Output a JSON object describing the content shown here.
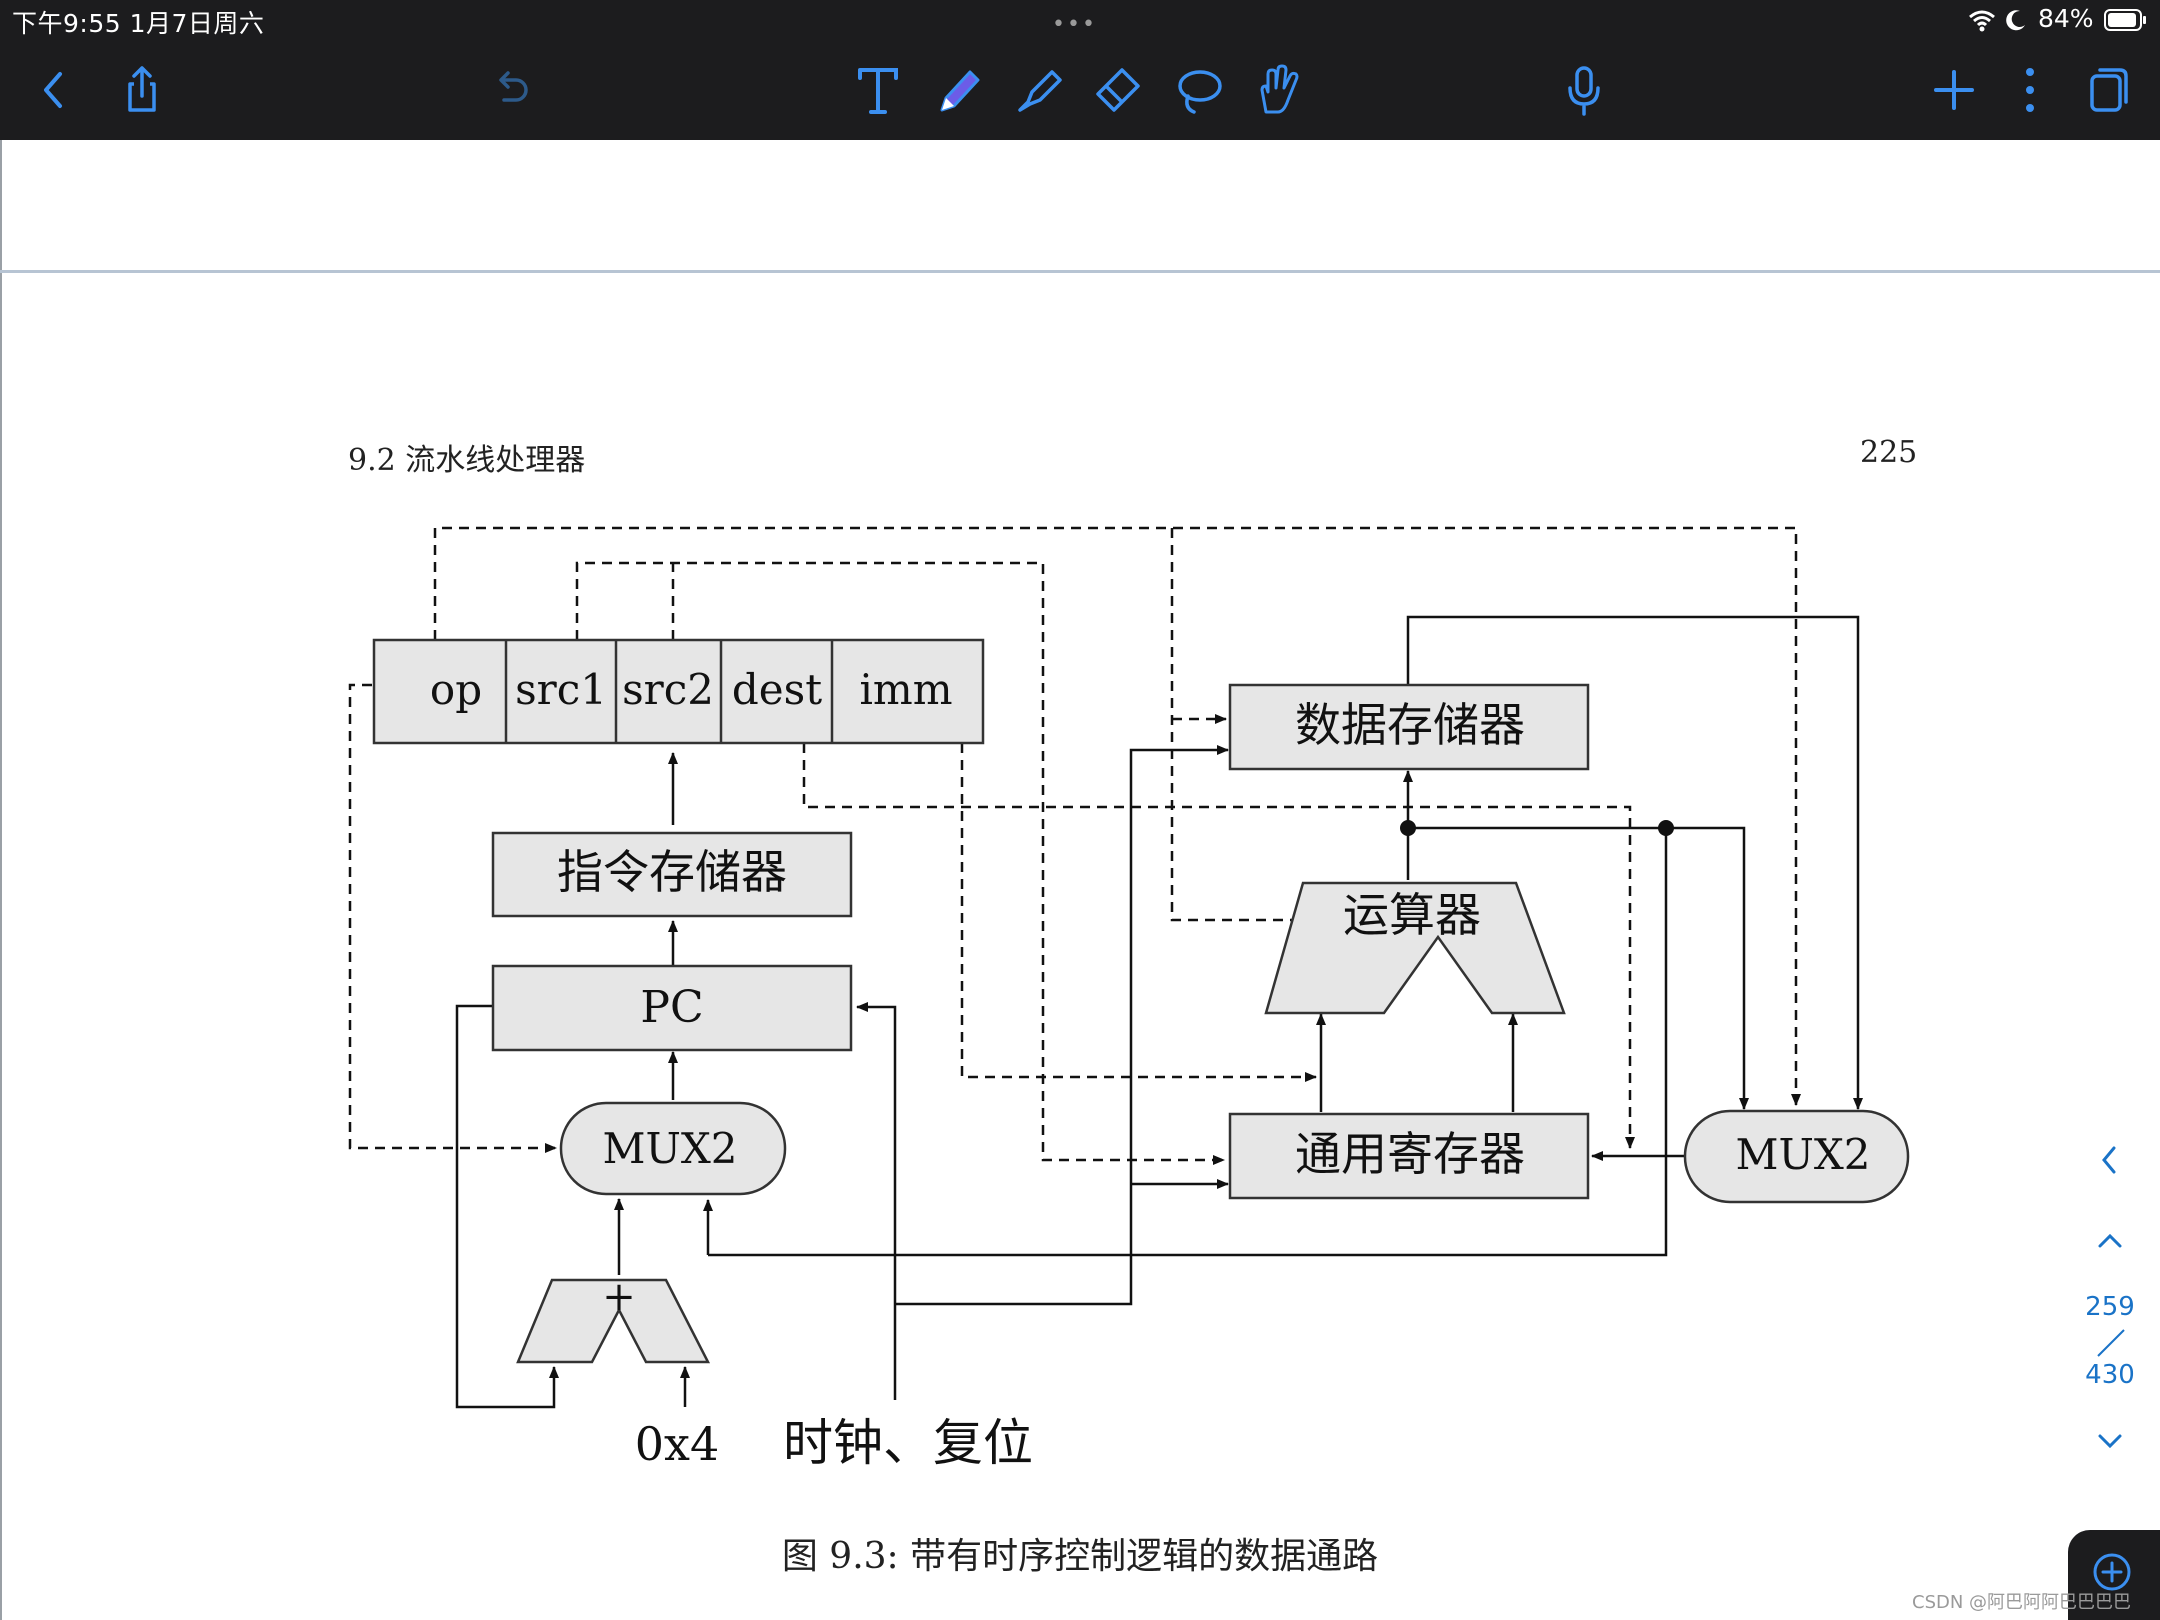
{
  "status_bar": {
    "time": "下午9:55   1月7日周六",
    "dots": "•••",
    "battery": "84%"
  },
  "toolbar": {
    "icons": [
      "back-icon",
      "share-icon",
      "undo-icon",
      "text-tool-icon",
      "pen-icon",
      "highlighter-icon",
      "eraser-icon",
      "lasso-icon",
      "hand-icon",
      "microphone-icon",
      "add-icon",
      "more-icon",
      "pages-icon"
    ]
  },
  "page": {
    "section": "9.2   流水线处理器",
    "page_number": "225",
    "caption": "图 9.3: 带有时序控制逻辑的数据通路"
  },
  "diagram": {
    "fields": [
      "op",
      "src1",
      "src2",
      "dest",
      "imm"
    ],
    "instr_mem": "指令存储器",
    "pc": "PC",
    "mux_left": "MUX2",
    "adder": "+",
    "const": "0x4",
    "clock": "时钟、复位",
    "data_mem": "数据存储器",
    "alu": "运算器",
    "regfile": "通用寄存器",
    "mux_right": "MUX2"
  },
  "side_nav": {
    "current": "259",
    "total": "430"
  },
  "watermark": "CSDN @阿巴阿阿巴巴巴巴"
}
